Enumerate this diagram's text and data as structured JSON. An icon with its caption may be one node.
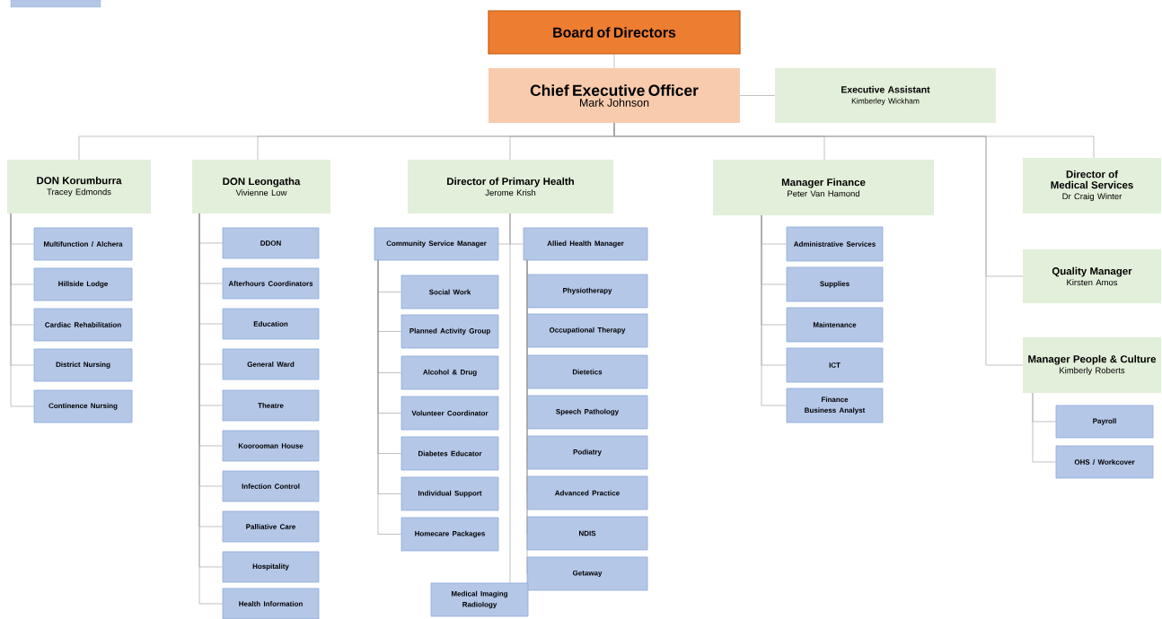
{
  "diagram": {
    "nodes": [
      {
        "text": [],
        "shape": "box"
      },
      {
        "text": [
          "Board of Directors"
        ]
      },
      {
        "text": [
          "Chief Executive Officer",
          "Mark Johnson"
        ]
      },
      {
        "text": [
          "Executive Assistant",
          "Kimberley Wickham"
        ]
      },
      {
        "text": [
          "DON Korumburra",
          "Tracey Edmonds"
        ]
      },
      {
        "text": [
          "DON Leongatha",
          "Vivienne Low"
        ]
      },
      {
        "text": [
          "Director of Primary Health",
          "Jerome Krish"
        ]
      },
      {
        "text": [
          "Manager Finance",
          "Peter Van Hamond"
        ]
      },
      {
        "text": [
          "Director of Medical Services",
          "Dr Craig Winter"
        ]
      },
      {
        "text": [
          "Quality Manager",
          "Kirsten Amos"
        ]
      },
      {
        "text": [
          "Manager People & Culture",
          "Kimberly Roberts"
        ]
      },
      {
        "text": [
          "Multifunction / Alchera"
        ]
      },
      {
        "text": [
          "Hillside Lodge"
        ]
      },
      {
        "text": [
          "Cardiac Rehabilitation"
        ]
      },
      {
        "text": [
          "District Nursing"
        ]
      },
      {
        "text": [
          "Continence Nursing"
        ]
      },
      {
        "text": [
          "DDON"
        ]
      },
      {
        "text": [
          "Afterhours Coordinators"
        ]
      },
      {
        "text": [
          "Education"
        ]
      },
      {
        "text": [
          "General Ward"
        ]
      },
      {
        "text": [
          "Theatre"
        ]
      },
      {
        "text": [
          "Koorooman House"
        ]
      },
      {
        "text": [
          "Infection Control"
        ]
      },
      {
        "text": [
          "Palliative Care"
        ]
      },
      {
        "text": [
          "Hospitality"
        ]
      },
      {
        "text": [
          "Health Information"
        ]
      },
      {
        "text": [
          "Community Service Manager"
        ]
      },
      {
        "text": [
          "Allied Health Manager"
        ]
      },
      {
        "text": [
          "Social Work"
        ]
      },
      {
        "text": [
          "Planned Activity Group"
        ]
      },
      {
        "text": [
          "Alcohol & Drug"
        ]
      },
      {
        "text": [
          "Volunteer Coordinator"
        ]
      },
      {
        "text": [
          "Diabetes Educator"
        ]
      },
      {
        "text": [
          "Individual Support"
        ]
      },
      {
        "text": [
          "Homecare Packages"
        ]
      },
      {
        "text": [
          "Physiotherapy"
        ]
      },
      {
        "text": [
          "Occupational Therapy"
        ]
      },
      {
        "text": [
          "Dietetics"
        ]
      },
      {
        "text": [
          "Speech Pathology"
        ]
      },
      {
        "text": [
          "Podiatry"
        ]
      },
      {
        "text": [
          "Advanced Practice"
        ]
      },
      {
        "text": [
          "NDIS"
        ]
      },
      {
        "text": [
          "Getaway"
        ]
      },
      {
        "text": [
          "Medical Imaging Radiology"
        ]
      },
      {
        "text": [
          "Administrative Services"
        ]
      },
      {
        "text": [
          "Supplies"
        ]
      },
      {
        "text": [
          "Maintenance"
        ]
      },
      {
        "text": [
          "ICT"
        ]
      },
      {
        "text": [
          "Finance Business Analyst"
        ]
      },
      {
        "text": [
          "Payroll"
        ]
      },
      {
        "text": [
          "OHS / Workcover"
        ]
      }
    ],
    "edges": [
      {
        "from": 1,
        "to": 2,
        "arrow": "none"
      },
      {
        "from": 2,
        "to": 3,
        "arrow": "none"
      },
      {
        "from": 2,
        "to": 4,
        "arrow": "none"
      },
      {
        "from": 2,
        "to": 5,
        "arrow": "none"
      },
      {
        "from": 2,
        "to": 6,
        "arrow": "none"
      },
      {
        "from": 2,
        "to": 7,
        "arrow": "none"
      },
      {
        "from": 2,
        "to": 8,
        "arrow": "none"
      },
      {
        "from": 2,
        "to": 9,
        "arrow": "none"
      },
      {
        "from": 2,
        "to": 10,
        "arrow": "none"
      },
      {
        "from": 4,
        "to": 11,
        "arrow": "none"
      },
      {
        "from": 4,
        "to": 12,
        "arrow": "none"
      },
      {
        "from": 4,
        "to": 13,
        "arrow": "none"
      },
      {
        "from": 4,
        "to": 14,
        "arrow": "none"
      },
      {
        "from": 4,
        "to": 15,
        "arrow": "none"
      },
      {
        "from": 5,
        "to": 16,
        "arrow": "none"
      },
      {
        "from": 5,
        "to": 17,
        "arrow": "none"
      },
      {
        "from": 5,
        "to": 18,
        "arrow": "none"
      },
      {
        "from": 5,
        "to": 19,
        "arrow": "none"
      },
      {
        "from": 5,
        "to": 20,
        "arrow": "none"
      },
      {
        "from": 5,
        "to": 21,
        "arrow": "none"
      },
      {
        "from": 5,
        "to": 22,
        "arrow": "none"
      },
      {
        "from": 5,
        "to": 23,
        "arrow": "none"
      },
      {
        "from": 5,
        "to": 24,
        "arrow": "none"
      },
      {
        "from": 5,
        "to": 25,
        "arrow": "none"
      },
      {
        "from": 6,
        "to": 26,
        "arrow": "none"
      },
      {
        "from": 6,
        "to": 27,
        "arrow": "none"
      },
      {
        "from": 26,
        "to": 28,
        "arrow": "none"
      },
      {
        "from": 26,
        "to": 29,
        "arrow": "none"
      },
      {
        "from": 26,
        "to": 30,
        "arrow": "none"
      },
      {
        "from": 26,
        "to": 31,
        "arrow": "none"
      },
      {
        "from": 26,
        "to": 32,
        "arrow": "none"
      },
      {
        "from": 26,
        "to": 33,
        "arrow": "none"
      },
      {
        "from": 26,
        "to": 34,
        "arrow": "none"
      },
      {
        "from": 27,
        "to": 35,
        "arrow": "none"
      },
      {
        "from": 27,
        "to": 36,
        "arrow": "none"
      },
      {
        "from": 27,
        "to": 37,
        "arrow": "none"
      },
      {
        "from": 27,
        "to": 38,
        "arrow": "none"
      },
      {
        "from": 27,
        "to": 39,
        "arrow": "none"
      },
      {
        "from": 27,
        "to": 40,
        "arrow": "none"
      },
      {
        "from": 27,
        "to": 41,
        "arrow": "none"
      },
      {
        "from": 27,
        "to": 42,
        "arrow": "none"
      },
      {
        "from": 6,
        "to": 43,
        "arrow": "none"
      },
      {
        "from": 7,
        "to": 44,
        "arrow": "none"
      },
      {
        "from": 7,
        "to": 45,
        "arrow": "none"
      },
      {
        "from": 7,
        "to": 46,
        "arrow": "none"
      },
      {
        "from": 7,
        "to": 47,
        "arrow": "none"
      },
      {
        "from": 7,
        "to": 48,
        "arrow": "none"
      },
      {
        "from": 10,
        "to": 49,
        "arrow": "none"
      },
      {
        "from": 10,
        "to": 50,
        "arrow": "none"
      }
    ]
  }
}
